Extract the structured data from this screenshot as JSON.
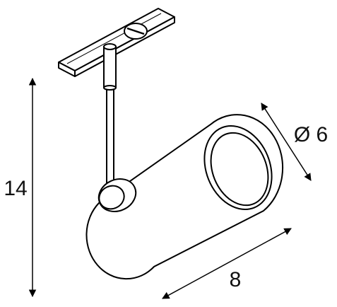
{
  "dimensions": {
    "height_label": "14",
    "diameter_label": "Ø 6",
    "length_label": "8"
  },
  "colors": {
    "line": "#000000",
    "fill": "#ffffff"
  }
}
